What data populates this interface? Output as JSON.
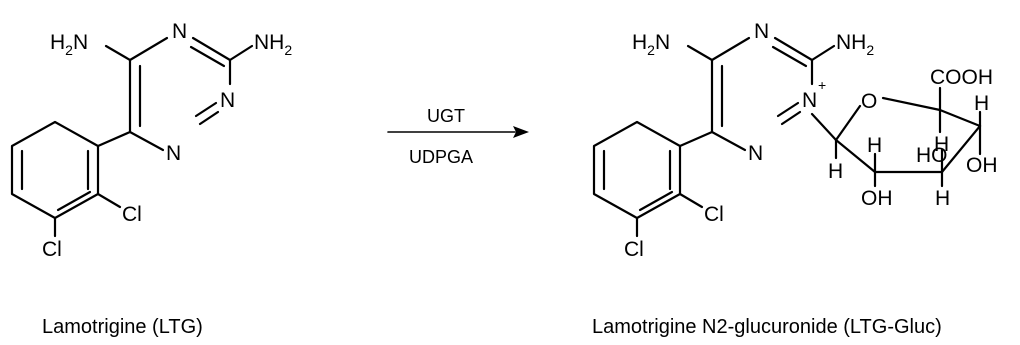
{
  "reaction": {
    "arrow_above": "UGT",
    "arrow_below": "UDPGA"
  },
  "reactant": {
    "caption": "Lamotrigine (LTG)",
    "labels": {
      "h2n": "H",
      "h2n_sub": "2",
      "h2n_n": "N",
      "n_top": "N",
      "nh2": "NH",
      "nh2_sub": "2",
      "n_low": "N",
      "n_bot": "N",
      "cl1": "Cl",
      "cl2": "Cl"
    }
  },
  "product": {
    "caption": "Lamotrigine N2-glucuronide (LTG-Gluc)",
    "labels": {
      "h2n": "H",
      "h2n_sub": "2",
      "h2n_n": "N",
      "n_top": "N",
      "nh2": "NH",
      "nh2_sub": "2",
      "n_plus": "N",
      "plus": "+",
      "n_bot": "N",
      "cl1": "Cl",
      "cl2": "Cl",
      "o_ring": "O",
      "cooh": "COOH",
      "h_c5": "H",
      "h_c4": "H",
      "ho_c4": "HO",
      "oh_c3": "OH",
      "h_c3": "H",
      "h_c2": "H",
      "oh_c2": "OH",
      "h_c1": "H"
    }
  }
}
